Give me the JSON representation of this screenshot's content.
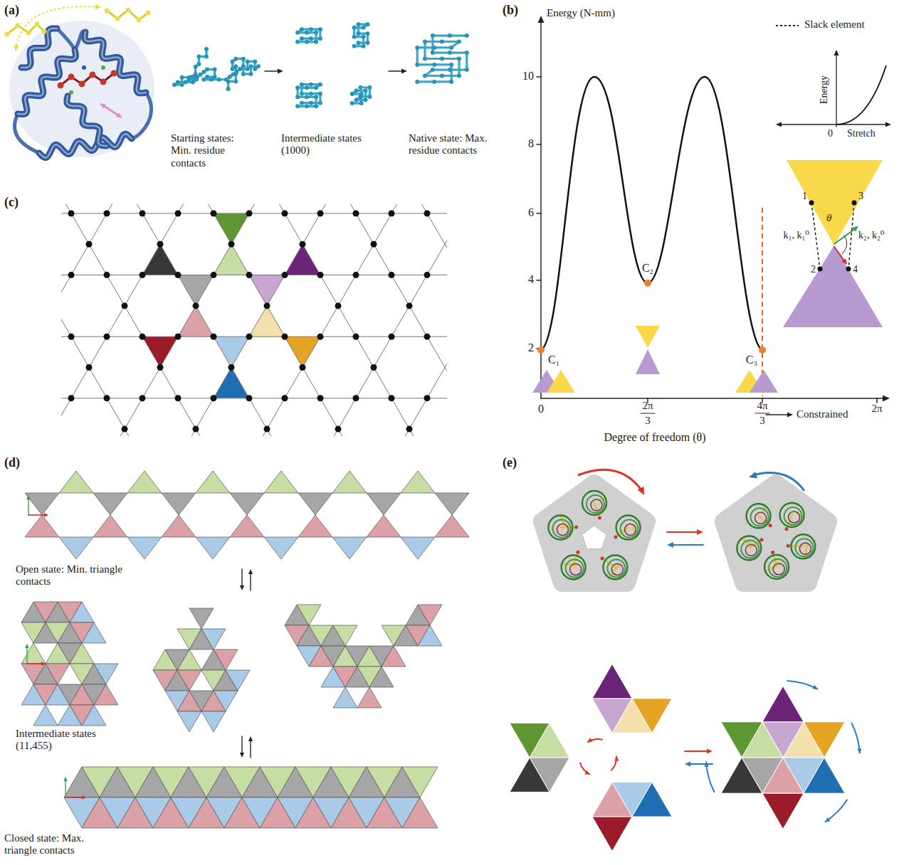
{
  "diagram": {
    "labels": [
      "(a)",
      "Starting states: Min. residue contacts",
      "Intermediate states (1000)",
      "Native state: Max. residue contacts",
      "(b)",
      "Energy (N-mm)",
      "Energy",
      "Stretch",
      "0",
      "10",
      "8",
      "6",
      "4",
      "2",
      "1",
      "3",
      "k₁, k₁⁰",
      "θ",
      "k₂, k₂⁰",
      "2",
      "4",
      "C₂",
      "C₁",
      "C₃",
      "Constrained",
      "0",
      "2π",
      "3",
      "4π",
      "3",
      "2π",
      "Degree of freedom (θ)",
      "(c)",
      "(d)",
      "Open state: Min. triangle contacts",
      "Intermediate states (11,455)",
      "Closed state: Max. triangle contacts",
      "(e)"
    ],
    "legend": [
      {
        "text": "Slack element"
      }
    ]
  }
}
